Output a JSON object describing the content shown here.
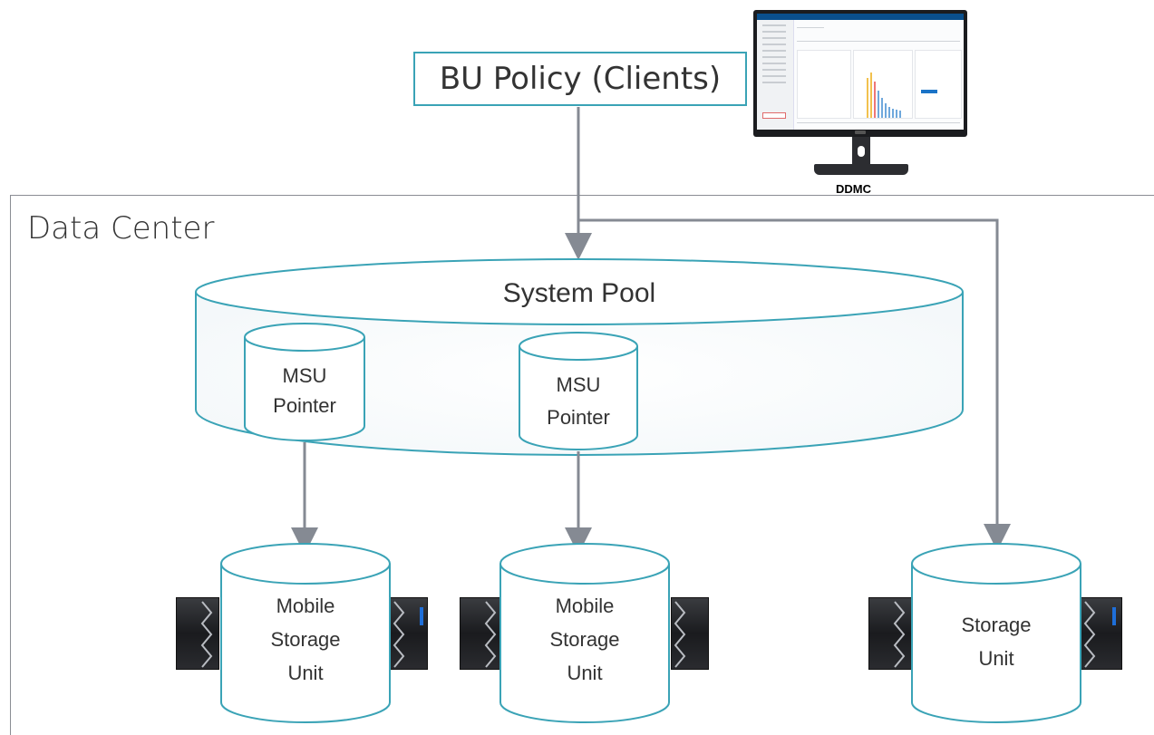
{
  "policy": {
    "label": "BU Policy (Clients)"
  },
  "console": {
    "label": "DDMC"
  },
  "data_center": {
    "label": "Data Center"
  },
  "system_pool": {
    "label": "System Pool"
  },
  "msu_pointers": [
    {
      "line1": "MSU",
      "line2": "Pointer"
    },
    {
      "line1": "MSU",
      "line2": "Pointer"
    }
  ],
  "storage_units": [
    {
      "line1": "Mobile",
      "line2": "Storage",
      "line3": "Unit"
    },
    {
      "line1": "Mobile",
      "line2": "Storage",
      "line3": "Unit"
    },
    {
      "line1": "Storage",
      "line2": "Unit"
    }
  ],
  "colors": {
    "cylinder_stroke": "#3aa3b6",
    "arrow": "#858a93",
    "text": "#333333"
  }
}
